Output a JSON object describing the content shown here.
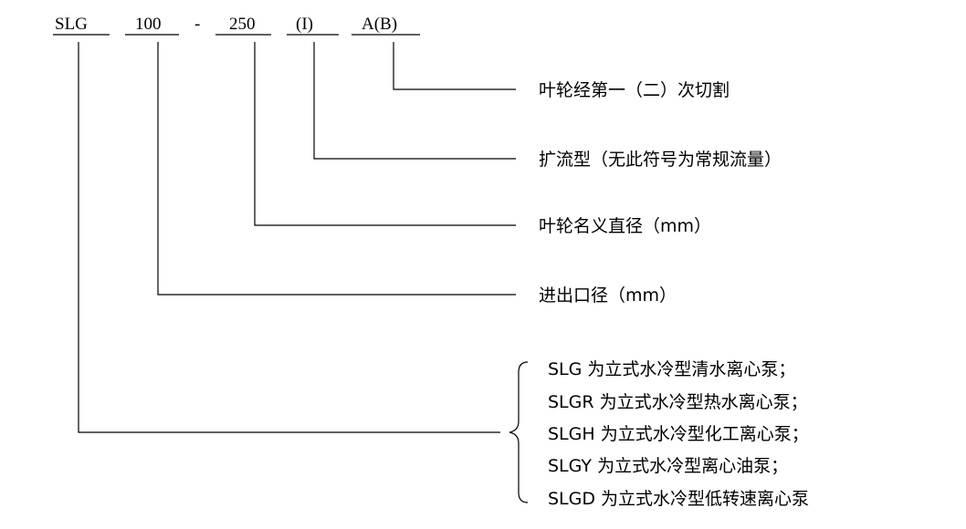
{
  "model_code": {
    "parts": [
      "SLG",
      "100",
      "-",
      "250",
      "(I)",
      "A(B)"
    ]
  },
  "explanations": [
    "叶轮经第一（二）次切割",
    "扩流型（无此符号为常规流量）",
    "叶轮名义直径（mm）",
    "进出口径（mm）"
  ],
  "types": [
    "SLG 为立式水冷型清水离心泵；",
    "SLGR 为立式水冷型热水离心泵；",
    "SLGH 为立式水冷型化工离心泵；",
    "SLGY 为立式水冷型离心油泵；",
    "SLGD 为立式水冷型低转速离心泵"
  ]
}
